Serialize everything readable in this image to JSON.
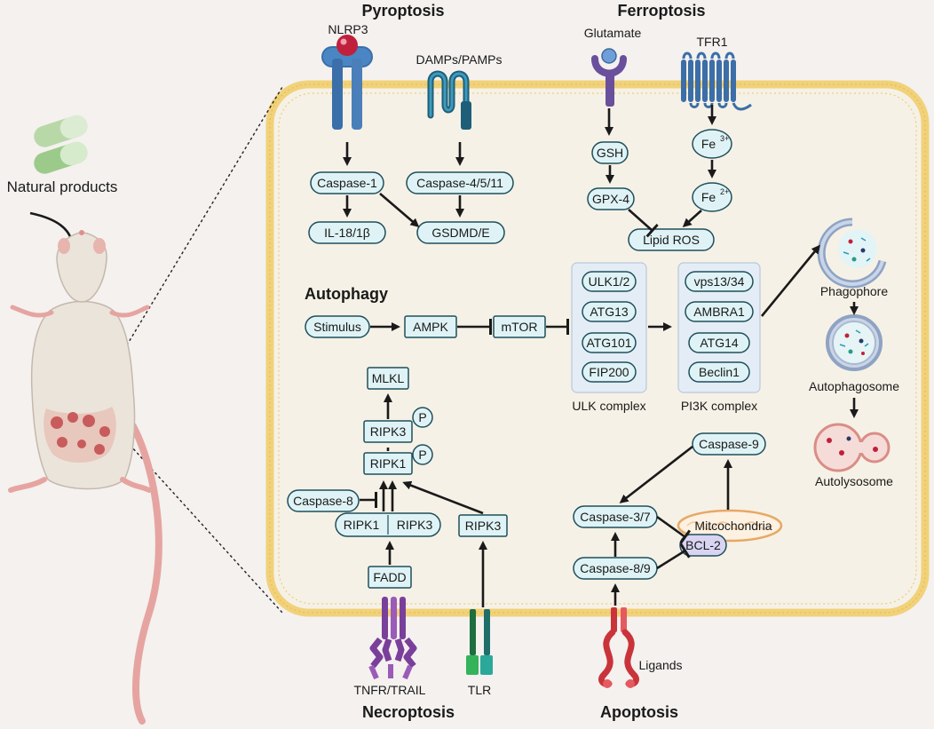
{
  "titles": {
    "pyroptosis": "Pyroptosis",
    "ferroptosis": "Ferroptosis",
    "autophagy": "Autophagy",
    "necroptosis": "Necroptosis",
    "apoptosis": "Apoptosis"
  },
  "labels": {
    "natural_products": "Natural products",
    "nlrp3": "NLRP3",
    "damps": "DAMPs/PAMPs",
    "glutamate": "Glutamate",
    "tfr1": "TFR1",
    "tnfr": "TNFR/TRAIL",
    "tlr": "TLR",
    "ligands": "Ligands",
    "mitochondria": "Mitcochondria",
    "ulk_complex": "ULK complex",
    "pi3k_complex": "PI3K complex",
    "phagophore": "Phagophore",
    "autophagosome": "Autophagosome",
    "autolysosome": "Autolysosome"
  },
  "nodes": {
    "caspase1": "Caspase-1",
    "caspase4511": "Caspase-4/5/11",
    "il18": "IL-18/1β",
    "gsdmd": "GSDMD/E",
    "gsh": "GSH",
    "gpx4": "GPX-4",
    "fe3": "Fe",
    "fe3_sup": "3+",
    "fe2": "Fe",
    "fe2_sup": "2+",
    "lipid_ros": "Lipid ROS",
    "stimulus": "Stimulus",
    "ampk": "AMPK",
    "mtor": "mTOR",
    "ulk12": "ULK1/2",
    "atg13": "ATG13",
    "atg101": "ATG101",
    "fip200": "FIP200",
    "vps1334": "vps13/34",
    "ambra1": "AMBRA1",
    "atg14": "ATG14",
    "beclin1": "Beclin1",
    "mlkl": "MLKL",
    "ripk3p": "RIPK3",
    "ripk1p": "RIPK1",
    "p1": "P",
    "p2": "P",
    "caspase8": "Caspase-8",
    "ripk1": "RIPK1",
    "ripk3": "RIPK3",
    "ripk3_tlr": "RIPK3",
    "fadd": "FADD",
    "caspase9": "Caspase-9",
    "caspase37": "Caspase-3/7",
    "caspase89": "Caspase-8/9",
    "bcl2": "BCL-2"
  },
  "colors": {
    "node_fill": "#dff3f6",
    "node_stroke": "#1f4f5c",
    "cell_border": "#f1d27a",
    "cell_fill": "#f6f1e6",
    "complex_fill": "#e4edf6",
    "bcl2_fill": "#d9d4f2",
    "nlrp3_receptor": "#3a6fa9",
    "nlrp3_ball": "#c0203b",
    "damps_receptor": "#2a7f9c",
    "glutamate_receptor": "#6a4f9c",
    "tfr1_receptor": "#3c6ea8",
    "tnfr_receptor": "#7a3f9a",
    "tlr_receptor": "#2e9a5f",
    "ligand_receptor": "#c9343b",
    "mitochondria": "#e7a865"
  }
}
